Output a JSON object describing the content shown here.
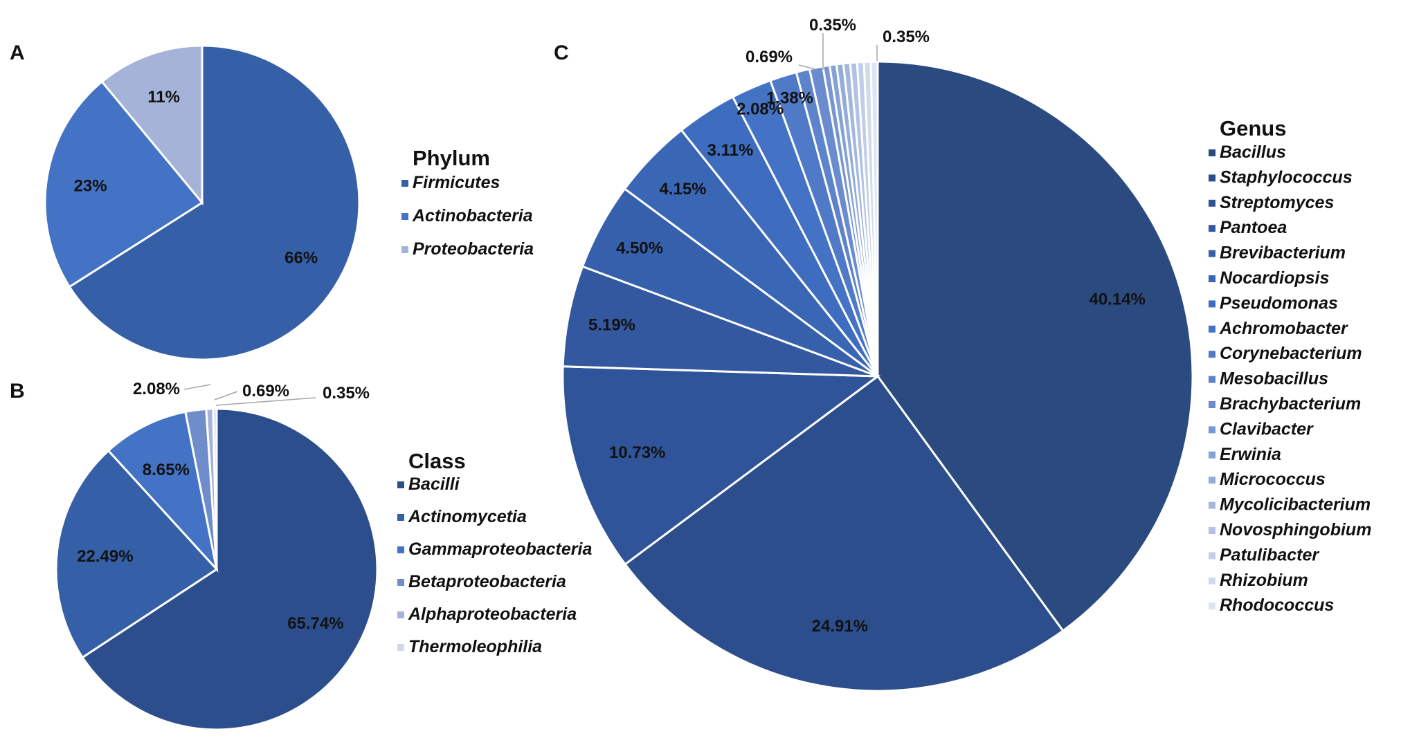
{
  "chart_data": [
    {
      "panel": "A",
      "type": "pie",
      "legend_title": "Phylum",
      "legend_position": "right",
      "categories": [
        "Firmicutes",
        "Actinobacteria",
        "Proteobacteria"
      ],
      "values": [
        66,
        23,
        11
      ],
      "labels": [
        "66%",
        "23%",
        "11%"
      ],
      "colors": [
        "#3560A8",
        "#4472C4",
        "#A5B3D8"
      ]
    },
    {
      "panel": "B",
      "type": "pie",
      "legend_title": "Class",
      "legend_position": "right",
      "categories": [
        "Bacilli",
        "Actinomycetia",
        "Gammaproteobacteria",
        "Betaproteobacteria",
        "Alphaproteobacteria",
        "Thermoleophilia"
      ],
      "values": [
        65.74,
        22.49,
        8.65,
        2.08,
        0.69,
        0.35
      ],
      "labels": [
        "65.74%",
        "22.49%",
        "8.65%",
        "2.08%",
        "0.69%",
        "0.35%"
      ],
      "colors": [
        "#2D4E8C",
        "#3560A8",
        "#4472C4",
        "#6F8CCB",
        "#A5B3D8",
        "#D0D8EC"
      ]
    },
    {
      "panel": "C",
      "type": "pie",
      "legend_title": "Genus",
      "legend_position": "right",
      "categories": [
        "Bacillus",
        "Staphylococcus",
        "Streptomyces",
        "Pantoea",
        "Brevibacterium",
        "Nocardiopsis",
        "Pseudomonas",
        "Achromobacter",
        "Corynebacterium",
        "Mesobacillus",
        "Brachybacterium",
        "Clavibacter",
        "Erwinia",
        "Micrococcus",
        "Mycolicibacterium",
        "Novosphingobium",
        "Patulibacter",
        "Rhizobium",
        "Rhodococcus"
      ],
      "values": [
        40.14,
        24.91,
        10.73,
        5.19,
        4.5,
        4.15,
        3.11,
        2.08,
        1.38,
        0.69,
        0.69,
        0.35,
        0.35,
        0.35,
        0.35,
        0.35,
        0.35,
        0.35,
        0.35
      ],
      "labels": [
        "40.14%",
        "24.91%",
        "10.73%",
        "5.19%",
        "4.50%",
        "4.15%",
        "3.11%",
        "2.08%",
        "1.38%",
        "0.69%",
        "",
        "0.35%",
        "",
        "",
        "",
        "",
        "",
        "",
        "0.35%"
      ],
      "colors": [
        "#2A4A80",
        "#2D4E8C",
        "#30549A",
        "#3358A0",
        "#3660AC",
        "#3A66B6",
        "#3E6CBE",
        "#4472C4",
        "#5079C7",
        "#5D83CB",
        "#6A8CCE",
        "#7896D1",
        "#86A1D5",
        "#94ACD9",
        "#A3B7DD",
        "#B1C2E2",
        "#C0CEE7",
        "#CFDAEC",
        "#DEE5F2"
      ]
    }
  ]
}
